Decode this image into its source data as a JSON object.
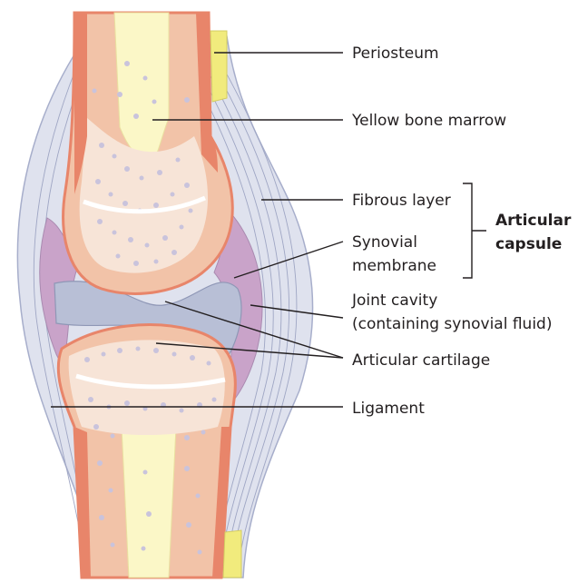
{
  "labels": {
    "periosteum": "Periosteum",
    "yellow_bone_marrow": "Yellow bone marrow",
    "fibrous_layer": "Fibrous layer",
    "synovial_membrane_line1": "Synovial",
    "synovial_membrane_line2": "membrane",
    "joint_cavity_line1": "Joint cavity",
    "joint_cavity_line2": "(containing synovial fluid)",
    "articular_cartilage": "Articular cartilage",
    "ligament": "Ligament",
    "articular_capsule_line1": "Articular",
    "articular_capsule_line2": "capsule"
  },
  "colors": {
    "bone_outer": "#f2c3a8",
    "bone_edge": "#e8856a",
    "marrow": "#fbf7c7",
    "spongy_dots": "#c9c3dc",
    "cartilage": "#b8bfd6",
    "synovial_membrane": "#c9a3c9",
    "capsule": "#dfe2ee",
    "capsule_lines": "#9fa6c4",
    "periosteum_yellow": "#f1eb7d",
    "text": "#231f20"
  }
}
